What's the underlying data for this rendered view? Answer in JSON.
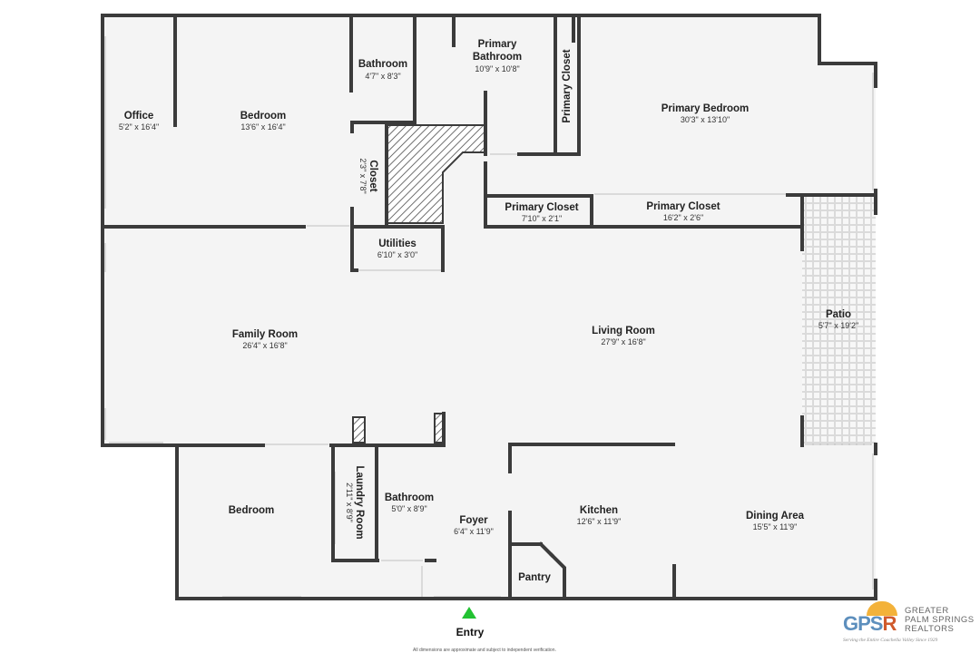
{
  "rooms": {
    "office": {
      "name": "Office",
      "dim": "5'2\" x 16'4\""
    },
    "bedroom_top": {
      "name": "Bedroom",
      "dim": "13'6\" x 16'4\""
    },
    "bathroom_top": {
      "name": "Bathroom",
      "dim": "4'7\" x 8'3\""
    },
    "primary_bathroom": {
      "name_line1": "Primary",
      "name_line2": "Bathroom",
      "dim": "10'9\" x 10'8\""
    },
    "primary_closet_vertical": {
      "name": "Primary Closet"
    },
    "primary_bedroom": {
      "name": "Primary Bedroom",
      "dim": "30'3\" x 13'10\""
    },
    "closet": {
      "name": "Closet",
      "dim": "2'3\" x 7'8\""
    },
    "primary_closet_small": {
      "name": "Primary Closet",
      "dim": "7'10\" x 2'1\""
    },
    "primary_closet_long": {
      "name": "Primary Closet",
      "dim": "16'2\" x 2'6\""
    },
    "utilities": {
      "name": "Utilities",
      "dim": "6'10\" x 3'0\""
    },
    "family_room": {
      "name": "Family Room",
      "dim": "26'4\" x 16'8\""
    },
    "living_room": {
      "name": "Living Room",
      "dim": "27'9\" x 16'8\""
    },
    "patio": {
      "name": "Patio",
      "dim": "5'7\" x 19'2\""
    },
    "bedroom_bottom": {
      "name": "Bedroom"
    },
    "laundry_room": {
      "name": "Laundry Room",
      "dim": "2'11\" x 8'9\""
    },
    "bathroom_bottom": {
      "name": "Bathroom",
      "dim": "5'0\" x 8'9\""
    },
    "foyer": {
      "name": "Foyer",
      "dim": "6'4\" x 11'9\""
    },
    "kitchen": {
      "name": "Kitchen",
      "dim": "12'6\" x 11'9\""
    },
    "dining_area": {
      "name": "Dining Area",
      "dim": "15'5\" x 11'9\""
    },
    "pantry": {
      "name": "Pantry"
    }
  },
  "entry": {
    "label": "Entry"
  },
  "disclaimer": "All dimensions are approximate and subject to independent verification.",
  "logo": {
    "mark_a": "GPS",
    "mark_b": "R",
    "name_line1": "GREATER",
    "name_line2": "PALM SPRINGS",
    "name_line3": "REALTORS",
    "tagline": "Serving the Entire Coachella Valley Since 1929"
  },
  "colors": {
    "wall": "#3b3b3b",
    "floor": "#f4f4f4",
    "entry_arrow": "#22c232",
    "logo_blue": "#5d8fbd",
    "logo_orange": "#d05a2c",
    "logo_sun": "#f3b23a"
  }
}
